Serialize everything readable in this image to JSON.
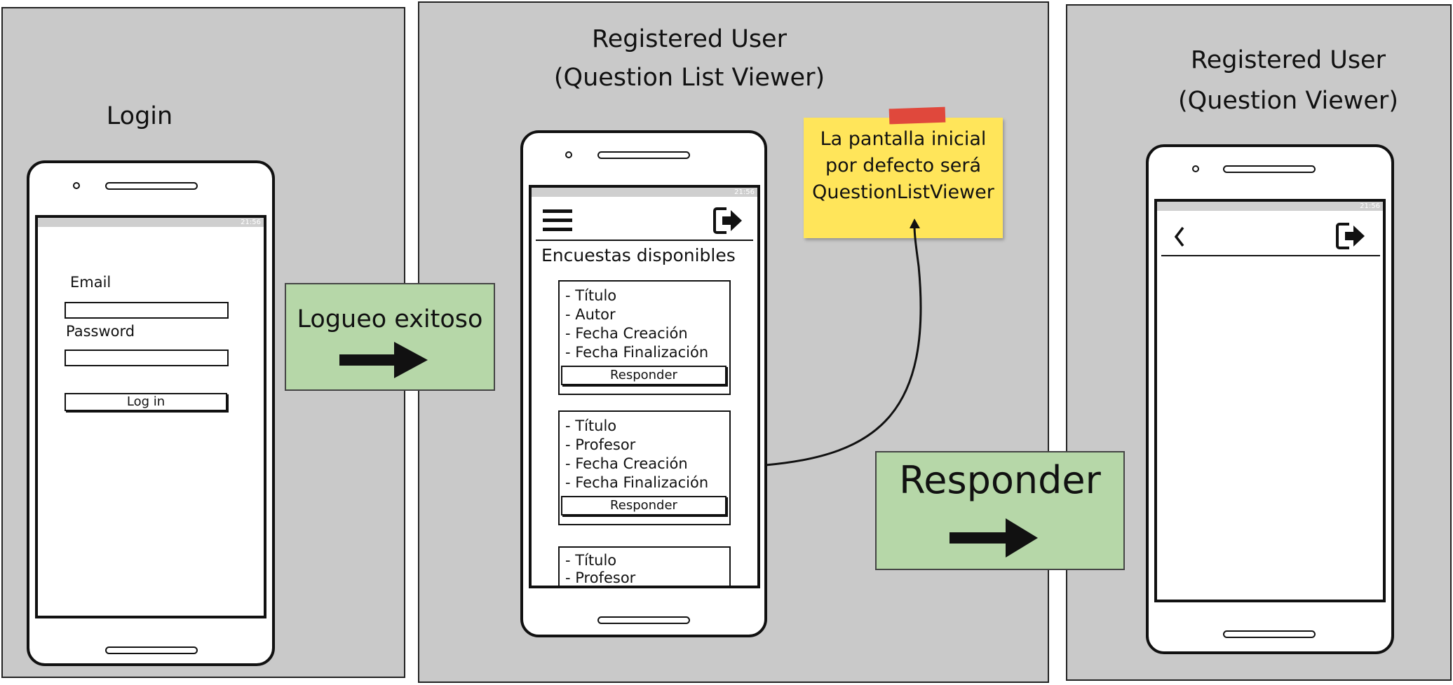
{
  "panels": {
    "login": {
      "title": "Login"
    },
    "question_list": {
      "title_line1": "Registered User",
      "title_line2": "(Question List Viewer)"
    },
    "question_viewer": {
      "title_line1": "Registered User",
      "title_line2": "(Question Viewer)"
    }
  },
  "status_bar": {
    "time": "21:56"
  },
  "login_form": {
    "email_label": "Email",
    "email_value": "",
    "password_label": "Password",
    "password_value": "",
    "login_button": "Log in"
  },
  "transitions": {
    "login_success": {
      "label": "Logueo exitoso"
    },
    "answer": {
      "label": "Responder"
    }
  },
  "question_list_screen": {
    "heading": "Encuestas disponibles",
    "menu_icon": "hamburger-menu-icon",
    "logout_icon": "logout-icon",
    "surveys": [
      {
        "lines": [
          "- Título",
          "- Autor",
          "- Fecha Creación",
          "- Fecha Finalización"
        ],
        "button": "Responder"
      },
      {
        "lines": [
          "- Título",
          "- Profesor",
          "- Fecha Creación",
          "- Fecha Finalización"
        ],
        "button": "Responder"
      },
      {
        "lines": [
          "- Título",
          "- Profesor"
        ]
      }
    ]
  },
  "sticky_note": {
    "line1": "La pantalla inicial",
    "line2": "por defecto será",
    "line3": "QuestionListViewer"
  },
  "question_viewer_screen": {
    "back_icon": "chevron-left-icon",
    "logout_icon": "logout-icon"
  },
  "colors": {
    "panel_bg": "#c9c9c9",
    "transition_bg": "#b6d7a8",
    "note_bg": "#ffe55a",
    "note_tape": "#e0483c"
  }
}
